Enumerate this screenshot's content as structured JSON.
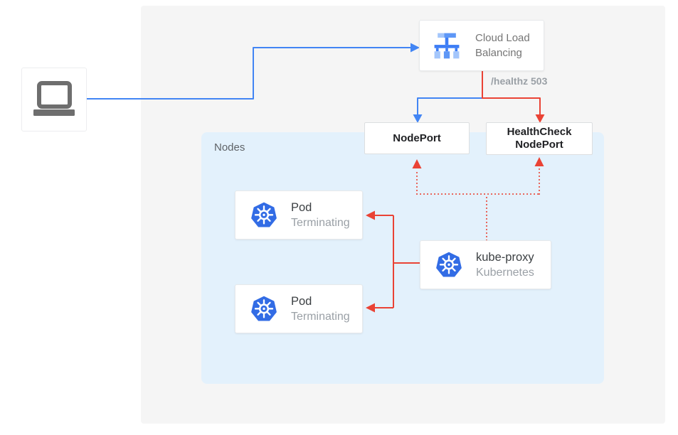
{
  "colors": {
    "blue": "#4285F4",
    "red": "#EA4335",
    "panel_background": "#F5F5F5",
    "nodes_background": "#E3F1FC",
    "kubernetes_blue": "#326CE5",
    "lb_icon_main": "#3D7DF5",
    "lb_icon_mid": "#5E97F6",
    "lb_icon_light": "#A4C6FB",
    "laptop_gray": "#6E6E6E"
  },
  "client": {
    "icon": "laptop-icon"
  },
  "load_balancer": {
    "icon": "load-balancer-icon",
    "label_line1": "Cloud Load",
    "label_line2": "Balancing"
  },
  "healthz_badge": {
    "text": "/healthz 503"
  },
  "node_port": {
    "label": "NodePort"
  },
  "health_check_node_port": {
    "label_line1": "HealthCheck",
    "label_line2": "NodePort"
  },
  "nodes_group": {
    "label": "Nodes"
  },
  "pods": [
    {
      "icon": "kubernetes-icon",
      "title": "Pod",
      "status": "Terminating"
    },
    {
      "icon": "kubernetes-icon",
      "title": "Pod",
      "status": "Terminating"
    }
  ],
  "kube_proxy": {
    "icon": "kubernetes-icon",
    "title": "kube-proxy",
    "subtitle": "Kubernetes"
  }
}
